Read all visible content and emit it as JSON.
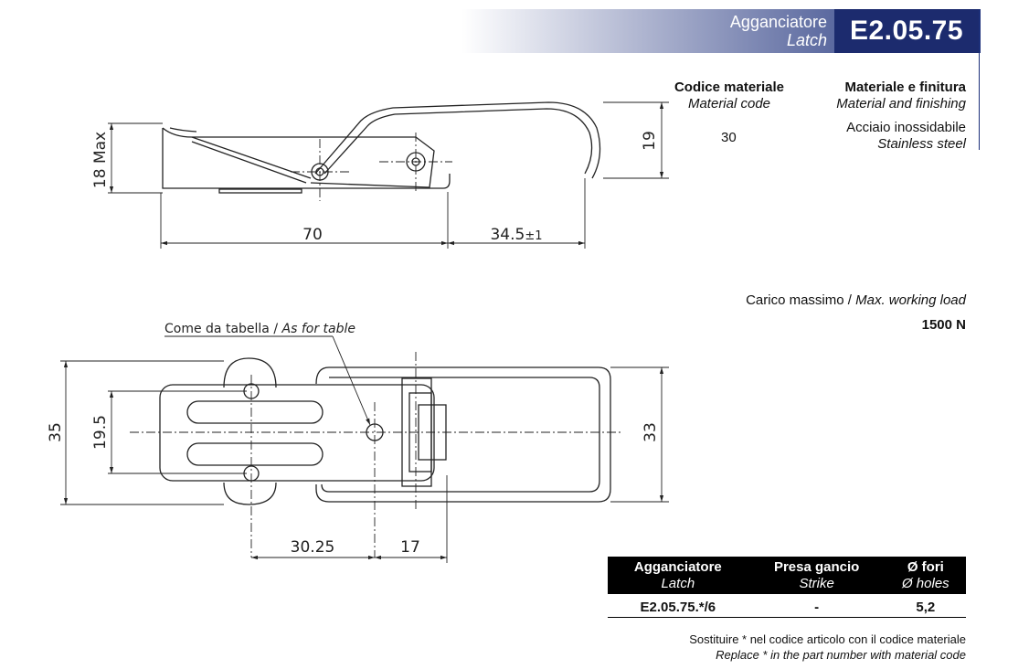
{
  "header": {
    "title_it": "Agganciatore",
    "title_en": "Latch",
    "code": "E2.05.75"
  },
  "material": {
    "code_label_it": "Codice materiale",
    "code_label_en": "Material code",
    "code_value": "30",
    "finish_label_it": "Materiale e finitura",
    "finish_label_en": "Material and finishing",
    "finish_value_it": "Acciaio inossidabile",
    "finish_value_en": "Stainless steel"
  },
  "load": {
    "label_it": "Carico massimo / ",
    "label_en": "Max. working load",
    "value": "1500 N"
  },
  "drawing": {
    "side": {
      "dim_height": "18 Max",
      "dim_length": "70",
      "dim_offset": "34.5",
      "dim_tolerance": "±1",
      "dim_right": "19"
    },
    "top": {
      "callout_it": "Come da tabella / ",
      "callout_en": "As for table",
      "dim_35": "35",
      "dim_19_5": "19.5",
      "dim_33": "33",
      "dim_30_25": "30.25",
      "dim_17": "17"
    }
  },
  "table": {
    "headers": [
      {
        "it": "Agganciatore",
        "en": "Latch"
      },
      {
        "it": "Presa gancio",
        "en": "Strike"
      },
      {
        "it": "Ø fori",
        "en": "Ø holes"
      }
    ],
    "rows": [
      [
        "E2.05.75.*/6",
        "-",
        "5,2"
      ]
    ]
  },
  "note": {
    "it": "Sostituire * nel codice articolo con il codice materiale",
    "en": "Replace * in the part number with material code"
  }
}
